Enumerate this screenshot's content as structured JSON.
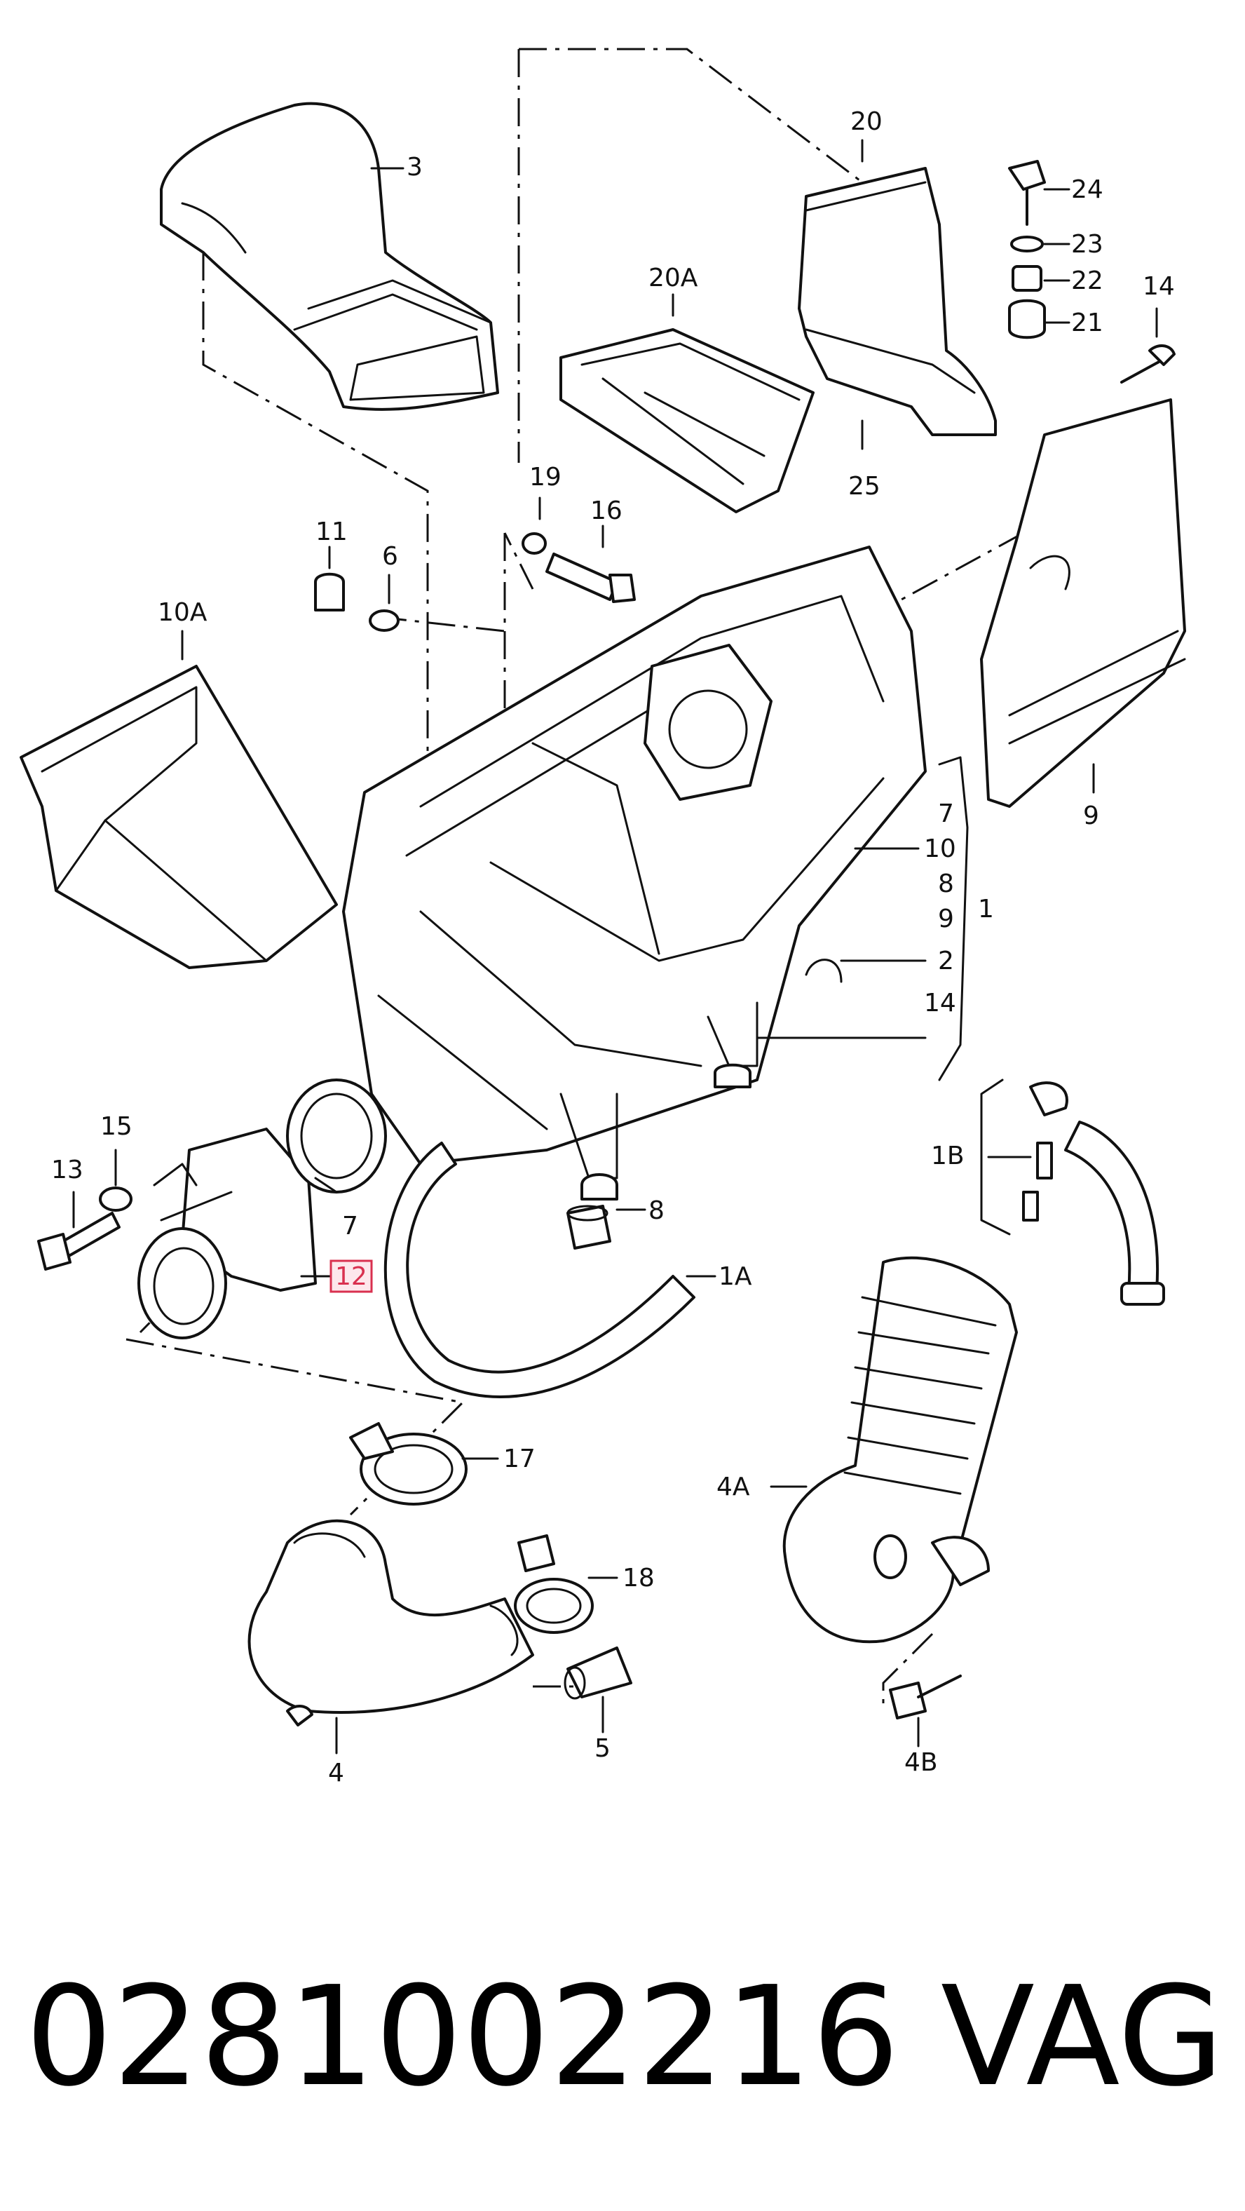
{
  "diagram": {
    "callouts": {
      "p3": "3",
      "p20": "20",
      "p24": "24",
      "p23": "23",
      "p22": "22",
      "p21": "21",
      "p14top": "14",
      "p20A": "20A",
      "p25": "25",
      "p19": "19",
      "p16": "16",
      "p11": "11",
      "p6": "6",
      "p10A": "10A",
      "p9": "9",
      "p7": "7",
      "p10": "10",
      "p8a": "8",
      "p9b": "9",
      "p1": "1",
      "p2": "2",
      "p14": "14",
      "p1B": "1B",
      "p15": "15",
      "p13": "13",
      "p7b": "7",
      "p12": "12",
      "p8": "8",
      "p1A": "1A",
      "p17": "17",
      "p4A": "4A",
      "p18": "18",
      "p5": "5",
      "p4": "4",
      "p4B": "4B"
    },
    "highlighted_part": "12",
    "highlight_color": "#d9304f"
  },
  "footer": {
    "part_number": "0281002216",
    "brand": "VAG"
  }
}
